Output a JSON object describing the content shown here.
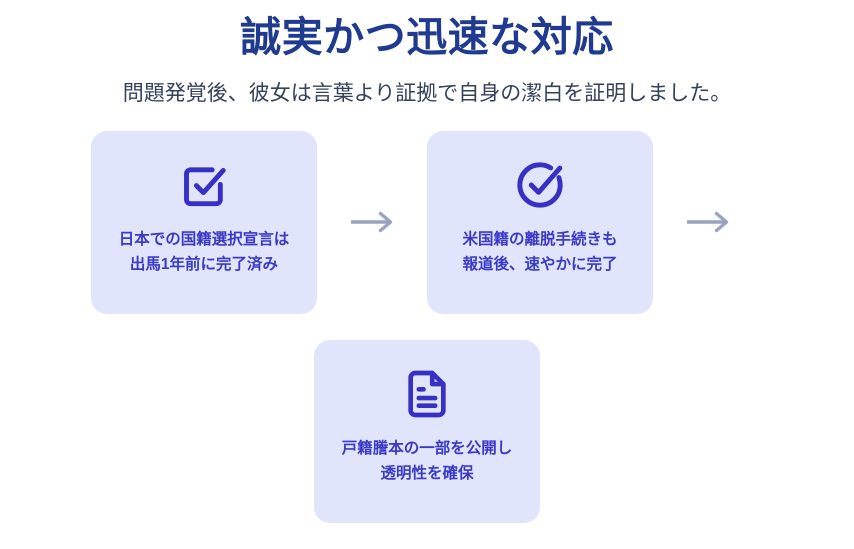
{
  "header": {
    "title": "誠実かつ迅速な対応",
    "subtitle": "問題発覚後、彼女は言葉より証拠で自身の潔白を証明しました。"
  },
  "colors": {
    "title": "#1f3a8f",
    "subtitle": "#33415a",
    "card_background": "#e1e5fb",
    "card_text": "#3a3ac6",
    "icon": "#3730c4",
    "arrow": "#9aa4be",
    "page_background": "#ffffff"
  },
  "flow": {
    "cards": [
      {
        "icon": "check-square-icon",
        "label": "日本での国籍選択宣言は\n出馬1年前に完了済み"
      },
      {
        "icon": "circle-check-icon",
        "label": "米国籍の離脱手続きも\n報道後、速やかに完了"
      },
      {
        "icon": "document-text-icon",
        "label": "戸籍謄本の一部を公開し\n透明性を確保"
      }
    ],
    "connectors": [
      {
        "icon": "arrow-right-icon"
      },
      {
        "icon": "arrow-right-icon"
      }
    ]
  }
}
